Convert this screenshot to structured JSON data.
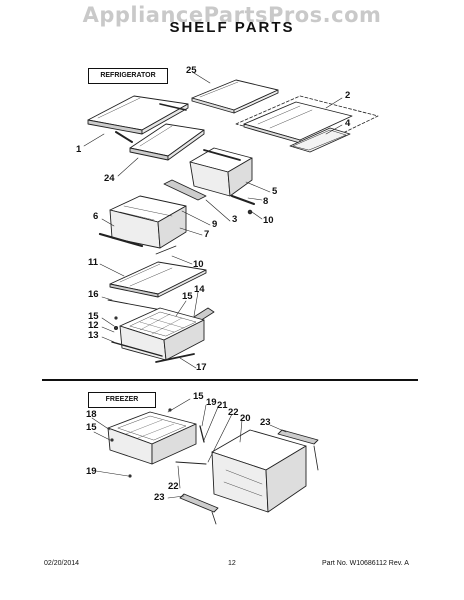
{
  "watermark": "AppliancePartsPros.com",
  "title": "SHELF PARTS",
  "sections": {
    "refrigerator": "REFRIGERATOR",
    "freezer": "FREEZER"
  },
  "callouts": [
    {
      "id": "c25",
      "text": "25"
    },
    {
      "id": "c2",
      "text": "2"
    },
    {
      "id": "c4",
      "text": "4"
    },
    {
      "id": "c1",
      "text": "1"
    },
    {
      "id": "c24",
      "text": "24"
    },
    {
      "id": "c5",
      "text": "5"
    },
    {
      "id": "c8",
      "text": "8"
    },
    {
      "id": "c3",
      "text": "3"
    },
    {
      "id": "c10a",
      "text": "10"
    },
    {
      "id": "c9",
      "text": "9"
    },
    {
      "id": "c6",
      "text": "6"
    },
    {
      "id": "c7",
      "text": "7"
    },
    {
      "id": "c10b",
      "text": "10"
    },
    {
      "id": "c11",
      "text": "11"
    },
    {
      "id": "c16",
      "text": "16"
    },
    {
      "id": "c15a",
      "text": "15"
    },
    {
      "id": "c14",
      "text": "14"
    },
    {
      "id": "c15b",
      "text": "15"
    },
    {
      "id": "c12",
      "text": "12"
    },
    {
      "id": "c13",
      "text": "13"
    },
    {
      "id": "c17",
      "text": "17"
    },
    {
      "id": "c15c",
      "text": "15"
    },
    {
      "id": "c19a",
      "text": "19"
    },
    {
      "id": "c21",
      "text": "21"
    },
    {
      "id": "c22a",
      "text": "22"
    },
    {
      "id": "c20",
      "text": "20"
    },
    {
      "id": "c23a",
      "text": "23"
    },
    {
      "id": "c18",
      "text": "18"
    },
    {
      "id": "c15d",
      "text": "15"
    },
    {
      "id": "c19b",
      "text": "19"
    },
    {
      "id": "c22b",
      "text": "22"
    },
    {
      "id": "c23b",
      "text": "23"
    }
  ],
  "footer": {
    "date": "02/20/2014",
    "page": "12",
    "part_no": "Part No. W10686112  Rev. A"
  }
}
